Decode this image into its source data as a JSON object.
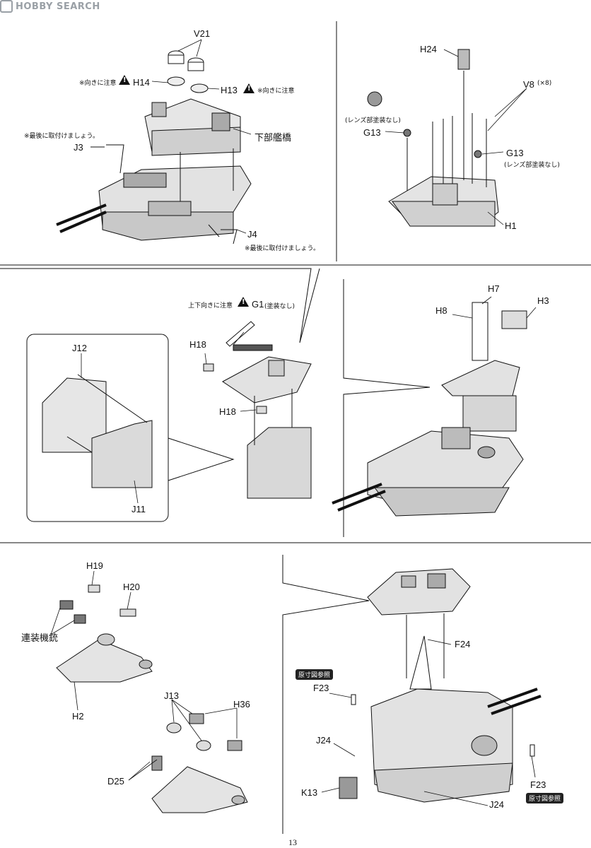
{
  "logo": {
    "text": "HOBBY SEARCH"
  },
  "page_number": "13",
  "panel1": {
    "V21": "V21",
    "H14": "H14",
    "H13": "H13",
    "note_orientation_left": "※向きに注意",
    "note_orientation_right": "※向きに注意",
    "note_last_attach_J3": "※最後に取付けましょう。",
    "J3": "J3",
    "lower_bridge": "下部艦橋",
    "J4": "J4",
    "note_last_attach_J4": "※最後に取付けましょう。"
  },
  "panel2": {
    "H24": "H24",
    "V8": "V8",
    "V8_qty": "(×8)",
    "lens_note_left": "(レンズ部塗装なし)",
    "G13_left": "G13",
    "G13_right": "G13",
    "lens_note_right": "(レンズ部塗装なし)",
    "H1": "H1"
  },
  "panel3": {
    "note_updown": "上下向きに注意",
    "G1": "G1",
    "G1_note": "(塗装なし)",
    "H18_top": "H18",
    "H18_bottom": "H18",
    "J12": "J12",
    "J11": "J11"
  },
  "panel4": {
    "H7": "H7",
    "H8": "H8",
    "H3": "H3"
  },
  "panel5": {
    "H19": "H19",
    "H20": "H20",
    "machine_gun": "連装機銃",
    "H2": "H2",
    "J13": "J13",
    "H36": "H36",
    "D25": "D25"
  },
  "panel6": {
    "F24": "F24",
    "ref_top": "原寸図参照",
    "F23_left": "F23",
    "J24_left": "J24",
    "K13": "K13",
    "F23_right": "F23",
    "J24_right": "J24",
    "ref_bottom": "原寸図参照"
  }
}
